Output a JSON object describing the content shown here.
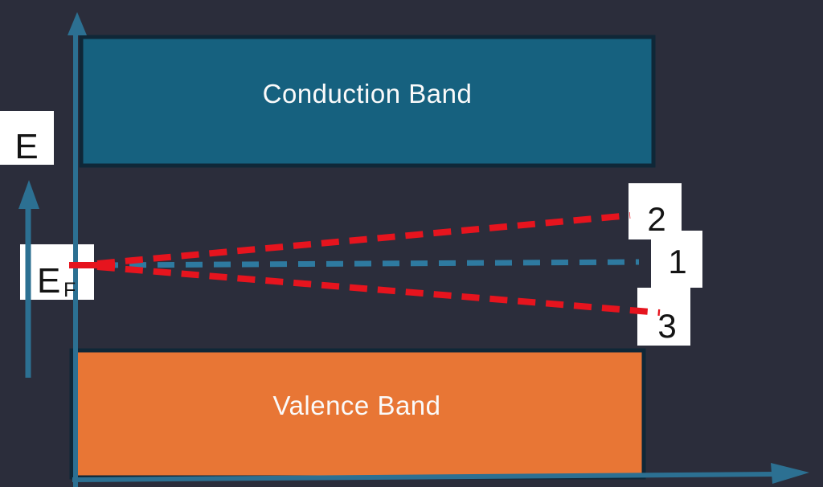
{
  "title": "Energy band diagram with Fermi level positions",
  "colors": {
    "background": "#2b2d3b",
    "axis": "#2c7092",
    "dash_blue": "#2e7aa0",
    "dash_red": "#e6141e",
    "conduction_fill": "#16617f",
    "valence_fill": "#e87635",
    "band_border": "#0f2737",
    "label_box": "#ffffff",
    "text_dark": "#141414",
    "text_light": "#fafafa"
  },
  "bands": {
    "conduction": {
      "label": "Conduction Band"
    },
    "valence": {
      "label": "Valence Band"
    }
  },
  "axis_labels": {
    "energy": "E",
    "fermi_main": "E",
    "fermi_sub": "F"
  },
  "level_labels": {
    "line1": "1",
    "line2": "2",
    "line3": "3"
  }
}
